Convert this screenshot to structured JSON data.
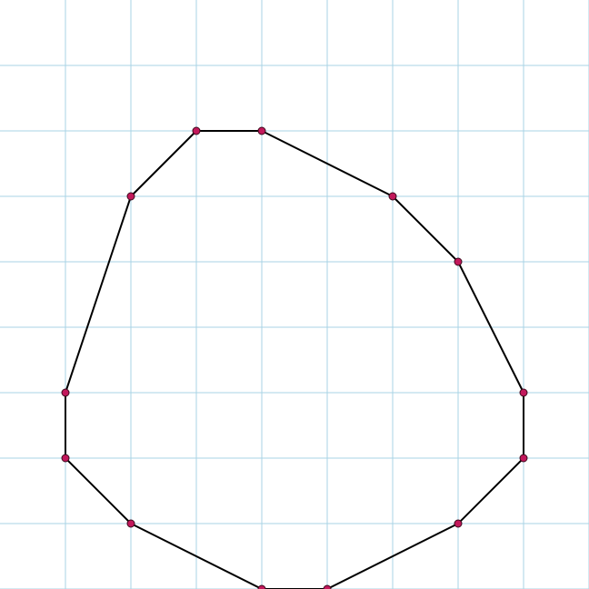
{
  "diagram": {
    "type": "polygon-on-grid",
    "grid_step": 1,
    "grid_range": {
      "x": [
        0,
        9
      ],
      "y": [
        0,
        9
      ]
    },
    "grid_visible": true,
    "grid_color": "#a9d3e6",
    "background_color": "#ffffff",
    "edge_color": "#000000",
    "vertex_fill_color": "#c2185b",
    "vertex_stroke_color": "#3b0a1c",
    "closed": true,
    "vertices": [
      {
        "x": 3,
        "y": 1
      },
      {
        "x": 2,
        "y": 1
      },
      {
        "x": 1,
        "y": 2
      },
      {
        "x": 0,
        "y": 5
      },
      {
        "x": 0,
        "y": 6
      },
      {
        "x": 1,
        "y": 7
      },
      {
        "x": 3,
        "y": 8
      },
      {
        "x": 4,
        "y": 8
      },
      {
        "x": 6,
        "y": 7
      },
      {
        "x": 7,
        "y": 6
      },
      {
        "x": 7,
        "y": 5
      },
      {
        "x": 6,
        "y": 3
      },
      {
        "x": 5,
        "y": 2
      }
    ]
  }
}
